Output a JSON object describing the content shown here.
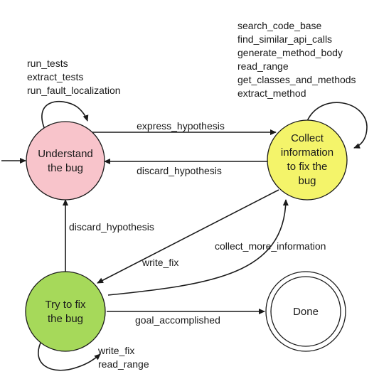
{
  "states": {
    "understand": {
      "line1": "Understand",
      "line2": "the bug",
      "fill": "#f8c4cb",
      "stroke": "#b83a45"
    },
    "collect": {
      "line1": "Collect",
      "line2": "information",
      "line3": "to fix the",
      "line4": "bug",
      "fill": "#f4f46a",
      "stroke": "#222222"
    },
    "fix": {
      "line1": "Try to fix",
      "line2": "the bug",
      "fill": "#a6d95a",
      "stroke": "#222222"
    },
    "done": {
      "label": "Done",
      "fill": "#ffffff",
      "stroke": "#222222"
    }
  },
  "edges": {
    "express_hypothesis": "express_hypothesis",
    "discard_hypothesis_top": "discard_hypothesis",
    "discard_hypothesis_left": "discard_hypothesis",
    "write_fix": "write_fix",
    "collect_more_information": "collect_more_information",
    "goal_accomplished": "goal_accomplished"
  },
  "self_loops": {
    "understand_actions": [
      "run_tests",
      "extract_tests",
      "run_fault_localization"
    ],
    "collect_actions": [
      "search_code_base",
      "find_similar_api_calls",
      "generate_method_body",
      "read_range",
      "get_classes_and_methods",
      "extract_method"
    ],
    "fix_actions": [
      "write_fix",
      "read_range"
    ]
  }
}
